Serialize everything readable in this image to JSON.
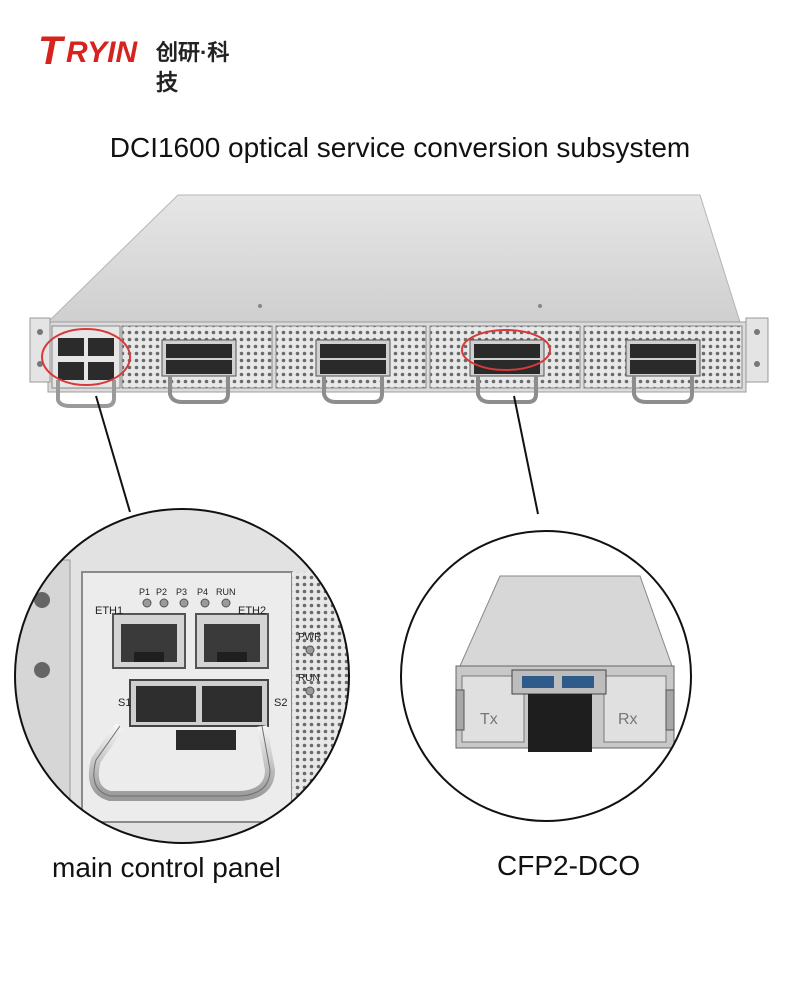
{
  "logo": {
    "brand_first": "T",
    "brand_rest": "RYIN",
    "brand_cn": "创研·科技",
    "brand_color": "#d6231e"
  },
  "title": "DCI1600 optical service conversion subsystem",
  "captions": {
    "left": "main control panel",
    "right": "CFP2-DCO"
  },
  "panel_labels": {
    "eth1": "ETH1",
    "eth2": "ETH2",
    "p1": "P1",
    "p2": "P2",
    "p3": "P3",
    "p4": "P4",
    "run_top": "RUN",
    "pwr": "PWR",
    "run_side": "RUN",
    "s1": "S1",
    "s2": "S2"
  },
  "module_labels": {
    "tx": "Tx",
    "rx": "Rx"
  },
  "colors": {
    "highlight_circle": "#d63a3a",
    "chassis": "#d9d9d9"
  }
}
